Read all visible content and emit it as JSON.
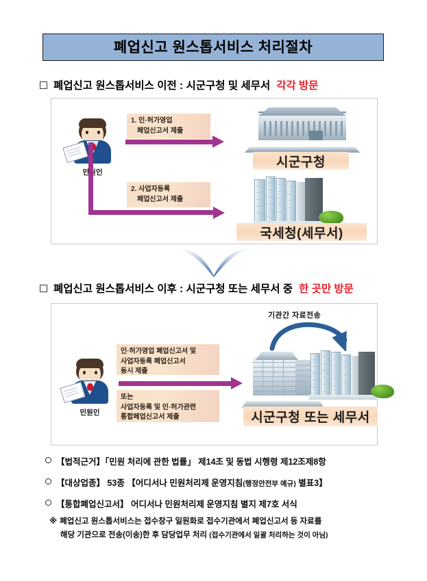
{
  "document": {
    "title": "폐업신고 원스톱서비스 처리절차",
    "accent_blue": "#95b3d7",
    "accent_red": "#e8212c",
    "arrow_purple": "#a0348e",
    "plate_peach": "#f8d7b8"
  },
  "sections": [
    {
      "marker": "□",
      "heading_main": "폐업신고 원스톱서비스 이전 : 시군구청 및 세무서 ",
      "heading_accent": "각각 방문"
    },
    {
      "marker": "□",
      "heading_main": "폐업신고 원스톱서비스 이후 : 시군구청 또는 세무서 중 ",
      "heading_accent": "한 곳만 방문"
    }
  ],
  "diagram_before": {
    "actor_label": "민원인",
    "steps": [
      {
        "number": "1.",
        "line1": "1. 인·허가영업",
        "line2": "페업신고서 제출"
      },
      {
        "number": "2.",
        "line1": "2. 사업자등록",
        "line2": "페업신고서 제출"
      }
    ],
    "targets": [
      {
        "name": "시군구청",
        "icon": "city-hall-building-icon"
      },
      {
        "name": "국세청(세무서)",
        "icon": "tax-office-building-icon"
      }
    ]
  },
  "transition": {
    "icon": "chevron-down-arrow-icon",
    "color": "#4472a8"
  },
  "diagram_after": {
    "actor_label": "민원인",
    "caption_top": "인·허가영업 폐업신고서 및\n사업자등록 폐업신고서\n동시 제출",
    "caption_bottom": "또는\n사업자등록 및 인·허가관련\n통합페업신고서 제출",
    "transfer_label": "기관간 자료전송",
    "transfer_icon": "curved-arrow-icon",
    "target_label": "시군구청 또는 세무서",
    "target_icons": [
      "city-hall-building-icon",
      "tax-office-building-icon"
    ]
  },
  "footnotes": [
    {
      "marker": "○",
      "text": "【법적근거】「민원 처리에 관한 법률」 제14조 및 동법 시행령 제12조제8항"
    },
    {
      "marker": "○",
      "text_before": "【대상업종】 53종 【어디서나 민원처리제 운영지침",
      "text_small": "(행정안전부 예규)",
      "text_after": " 별표3】"
    },
    {
      "marker": "○",
      "text": "【통합폐업신고서】 어디서나 민원처리제 운영지침 별지 제7호 서식"
    }
  ],
  "note": {
    "marker": "※",
    "line1": "폐업신고 원스톱서비스는 접수창구 일원화로 접수기관에서 폐업신고서 등 자료를",
    "line2_main": "해당 기관으로 전송(이송)한 후 담당업무 처리 ",
    "line2_paren": "(접수기관에서 일괄 처리하는 것이 아님)"
  }
}
